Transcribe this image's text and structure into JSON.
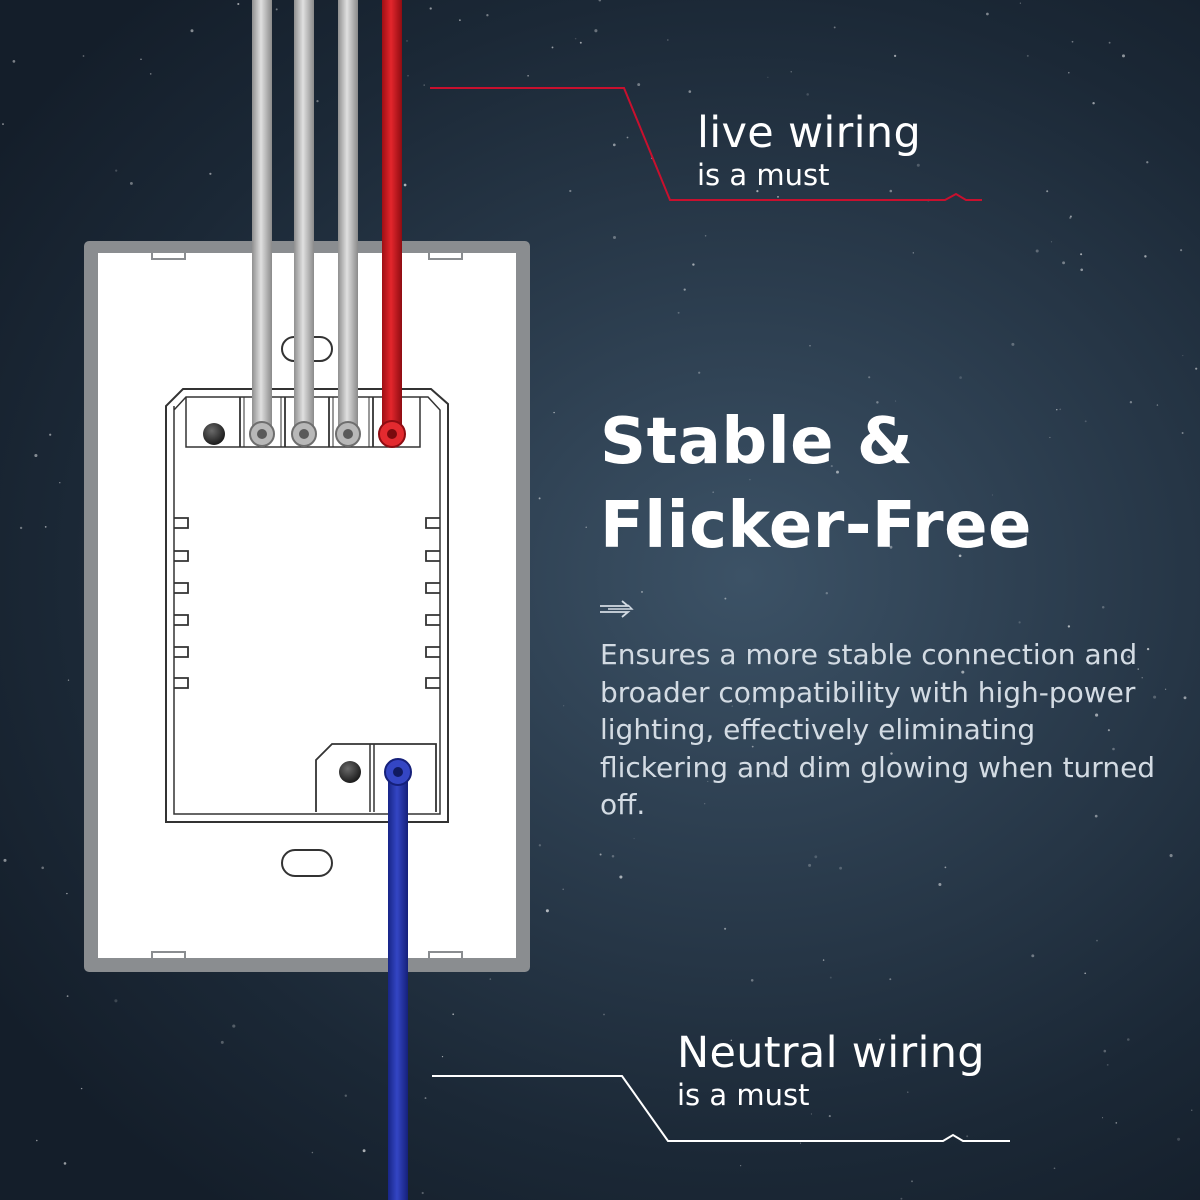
{
  "live_callout": {
    "title": "live wiring",
    "subtitle": "is a must",
    "line_color": "#c8102e"
  },
  "neutral_callout": {
    "title": "Neutral wiring",
    "subtitle": "is a must",
    "line_color": "#ffffff"
  },
  "headline": {
    "line1": "Stable &",
    "line2": "Flicker-Free"
  },
  "description": {
    "icon": "double-arrow-icon",
    "text": "Ensures a more stable connection and broader compatibility with high-power lighting, effectively eliminating flickering and dim glowing when turned off."
  },
  "wires": [
    {
      "color": "#b4b4b4",
      "role": "grey-wire"
    },
    {
      "color": "#b4b4b4",
      "role": "grey-wire"
    },
    {
      "color": "#b4b4b4",
      "role": "grey-wire"
    },
    {
      "color": "#c8161d",
      "role": "live-wire"
    },
    {
      "color": "#2233a8",
      "role": "neutral-wire"
    }
  ],
  "colors": {
    "background": "#22313f",
    "text": "#ffffff",
    "body_text": "#d3dbe3",
    "plate": "#ffffff"
  }
}
